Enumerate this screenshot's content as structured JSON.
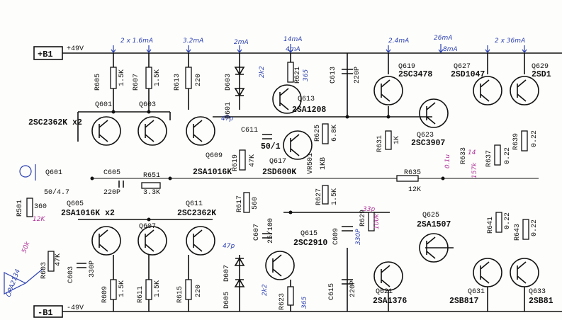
{
  "rails": {
    "pos_label": "+B1",
    "pos_voltage": "+49V",
    "neg_label": "-B1",
    "neg_voltage": "-49V"
  },
  "currents": {
    "c1": "2 x 1.6mA",
    "c2": "3.2mA",
    "c3": "2mA",
    "c4": "14mA",
    "c5": "4mA",
    "c6": "2.4mA",
    "c7": "26mA",
    "c8": "8mA",
    "c9": "2 x 36mA"
  },
  "top": {
    "r605": "R605",
    "r605v": "1.5K",
    "r607": "R607",
    "r607v": "1.5K",
    "r613": "R613",
    "r613v": "220",
    "d603": "D603",
    "d601": "D601",
    "r621": "R621",
    "r621v": "365",
    "c613": "C613",
    "c613v": "220P",
    "q619": "Q619",
    "q619p": "2SC3478",
    "q627": "Q627",
    "q627p": "2SD1047",
    "q629": "Q629",
    "q629p": "2SD1",
    "q601": "Q601",
    "q603": "Q603",
    "pair1": "2SC2362K x2",
    "q613": "Q613",
    "q613p": "2SA1208",
    "q623": "Q623",
    "q623p": "2SC3907",
    "r631": "R631",
    "r631v": "1K",
    "r637": "R637",
    "r637v": "0.22",
    "r639": "R639",
    "r639v": "0.22",
    "r633": "R633",
    "r625": "R625",
    "r625v": "6.8K",
    "c611": "C611",
    "c611v": "50/1",
    "q609": "Q609",
    "q609p": "2SA1016K",
    "r619": "R619",
    "r619v": "47K",
    "q617": "Q617",
    "q617p": "2SD600K",
    "vr501": "VR501",
    "vr501v": "1KB",
    "c605": "C605",
    "c605v": "220P",
    "r651": "R651",
    "r651v": "3.3K",
    "q601n": "Q601",
    "q601v": "50/4.7",
    "r501": "R501",
    "r501v": "360",
    "r635": "R635",
    "r635v": "12K"
  },
  "bottom": {
    "q605": "Q605",
    "q605p": "2SA1016K x2",
    "q607": "Q607",
    "q611": "Q611",
    "q611p": "2SC2362K",
    "r617": "R617",
    "r617v": "560",
    "c607": "C607",
    "c607v": "25/100",
    "r627": "R627",
    "r627v": "1.5K",
    "r629": "R629",
    "c609": "C609",
    "c609v": "330P",
    "q615": "Q615",
    "q615p": "2SC2910",
    "q625": "Q625",
    "q625p": "2SA1507",
    "r641": "R641",
    "r641v": "0.22",
    "r643": "R643",
    "r643v": "0.22",
    "r603": "R603",
    "r603v": "47K",
    "c603": "C603",
    "c603v": "330P",
    "r609": "R609",
    "r609v": "1.5K",
    "r611": "R611",
    "r611v": "1.5K",
    "r615": "R615",
    "r615v": "220",
    "d605": "D605",
    "d607": "D607",
    "r623": "R623",
    "r623v": "365",
    "c615": "C615",
    "c615v": "220P",
    "q621": "Q621",
    "q621p": "2SA1376",
    "q631": "Q631",
    "q631p": "2SB817",
    "q633": "Q633",
    "q633p": "2SB81"
  },
  "hand": {
    "h1": "2k2",
    "h2": "47p",
    "h3": "47p",
    "h4": "2k2",
    "h5": "12K",
    "h6": "33p",
    "h7": "100k",
    "h8": "157k",
    "h9": "0.1u",
    "h10": "14",
    "h11": "OPA2134",
    "h12": "50k"
  }
}
